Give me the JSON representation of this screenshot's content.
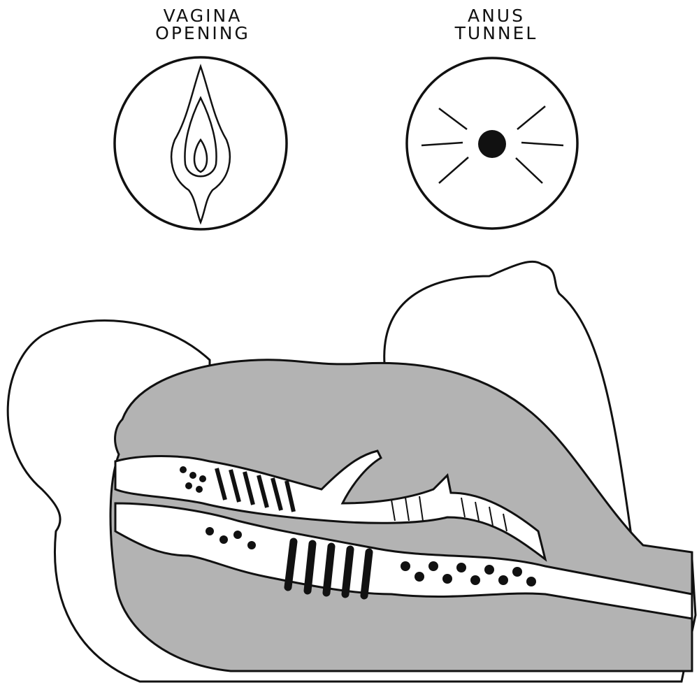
{
  "labels": {
    "vagina": {
      "line1": "VAGINA",
      "line2": "OPENING"
    },
    "anus": {
      "line1": "ANUS",
      "line2": "TUNNEL"
    }
  },
  "colors": {
    "stroke": "#111111",
    "fill_section": "#b3b3b3",
    "background": "#ffffff"
  }
}
